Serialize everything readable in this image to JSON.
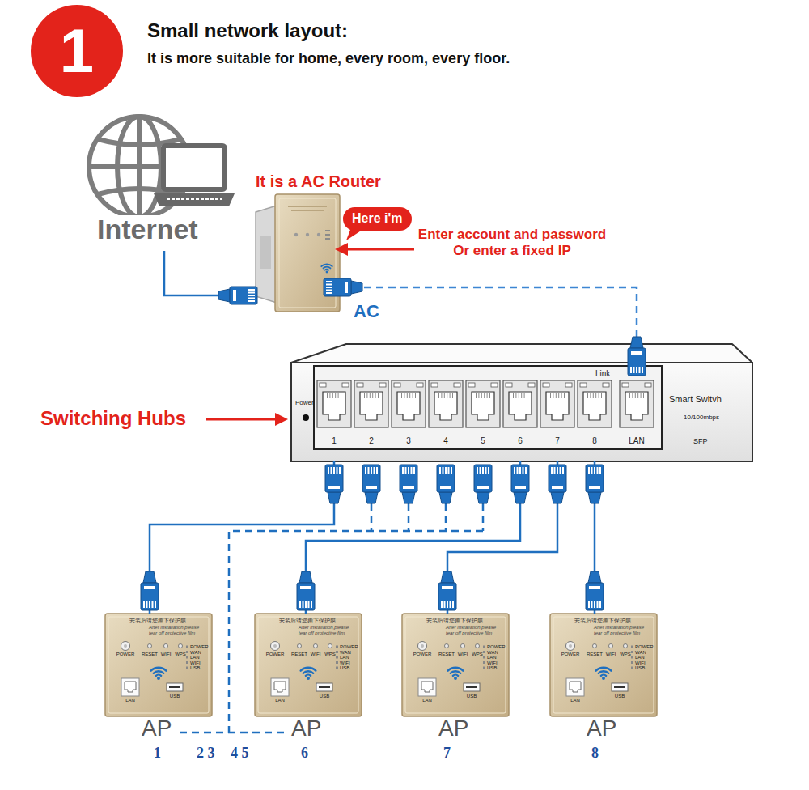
{
  "diagram": {
    "title": "Small network layout:",
    "nodes": [
      {
        "text": [
          "1"
        ]
      },
      {
        "text": [
          "Internet"
        ]
      },
      {
        "text": [
          "It is a AC Router",
          "AC"
        ]
      },
      {
        "text": [
          "Here i'm"
        ]
      },
      {
        "text": [
          "Power",
          "Link",
          "1",
          "2",
          "3",
          "4",
          "5",
          "6",
          "7",
          "8",
          "LAN",
          "Smart Switvh",
          "10/100mbps",
          "SFP"
        ]
      },
      {
        "text": [
          "安装后请您撕下保护膜",
          "After installation,please tear off protective film",
          "POWER",
          "RESET",
          "WIFI",
          "WPS",
          "POWER",
          "WAN",
          "LAN",
          "WIFI",
          "USB",
          "LAN",
          "USB",
          "AP"
        ]
      },
      {
        "text": [
          "安装后请您撕下保护膜",
          "After installation,please tear off protective film",
          "POWER",
          "RESET",
          "WIFI",
          "WPS",
          "POWER",
          "WAN",
          "LAN",
          "WIFI",
          "USB",
          "LAN",
          "USB",
          "AP"
        ]
      },
      {
        "text": [
          "安装后请您撕下保护膜",
          "After installation,please tear off protective film",
          "POWER",
          "RESET",
          "WIFI",
          "WPS",
          "POWER",
          "WAN",
          "LAN",
          "WIFI",
          "USB",
          "LAN",
          "USB",
          "AP"
        ]
      },
      {
        "text": [
          "安装后请您撕下保护膜",
          "After installation,please tear off protective film",
          "POWER",
          "RESET",
          "WIFI",
          "WPS",
          "POWER",
          "WAN",
          "LAN",
          "WIFI",
          "USB",
          "LAN",
          "USB",
          "AP"
        ]
      }
    ],
    "edges": [
      {
        "from": 1,
        "to": 2,
        "arrow": "none"
      },
      {
        "from": 2,
        "to": 4,
        "arrow": "none"
      },
      {
        "from": 4,
        "to": 5,
        "arrow": "none"
      },
      {
        "from": 4,
        "to": 6,
        "arrow": "none"
      },
      {
        "from": 4,
        "to": 7,
        "arrow": "none"
      },
      {
        "from": 4,
        "to": 8,
        "arrow": "none"
      }
    ],
    "labels": [
      "It is more suitable for home, every room, every floor.",
      "Enter account and password Or enter a fixed IP",
      "Switching Hubs",
      "1",
      "2 3",
      "4 5",
      "6",
      "7",
      "8"
    ]
  }
}
